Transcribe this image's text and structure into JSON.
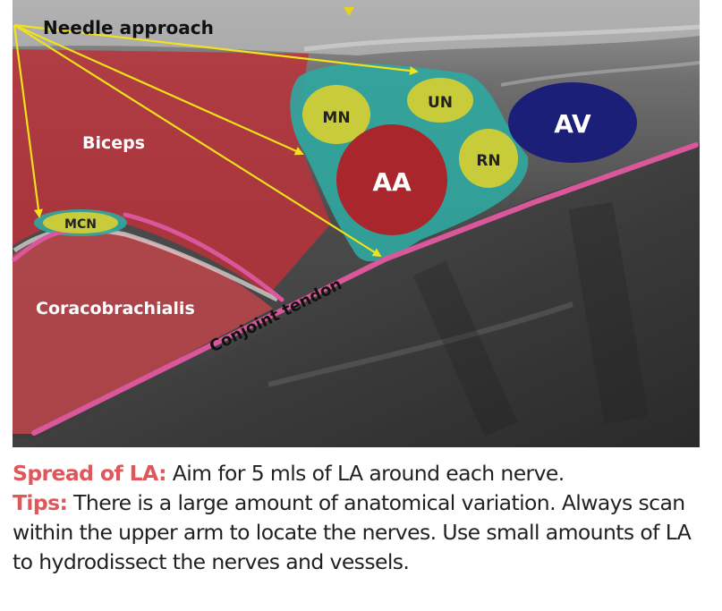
{
  "labels": {
    "needle_approach": "Needle approach",
    "biceps": "Biceps",
    "coracobrachialis": "Coracobrachialis",
    "conjoint_tendon": "Conjoint tendon",
    "mn": "MN",
    "un": "UN",
    "rn": "RN",
    "mcn": "MCN",
    "aa": "AA",
    "av": "AV"
  },
  "caption": {
    "spread_heading": "Spread of LA:",
    "spread_text": " Aim for 5 mls of LA around each nerve.",
    "tips_heading": "Tips:",
    "tips_text": " There is a large amount of anatomical variation. Always scan within the upper arm to locate the nerves. Use small amounts of LA to hydrodissect the nerves and vessels."
  },
  "colors": {
    "muscle_overlay": "#b8323a",
    "la_spread": "#2fa8a0",
    "nerve": "#c9cc3a",
    "artery": "#a8262c",
    "vein": "#1c1f78",
    "tendon_line": "#d9579a",
    "arrow": "#f2e21a",
    "heading_red": "#e0575b"
  }
}
